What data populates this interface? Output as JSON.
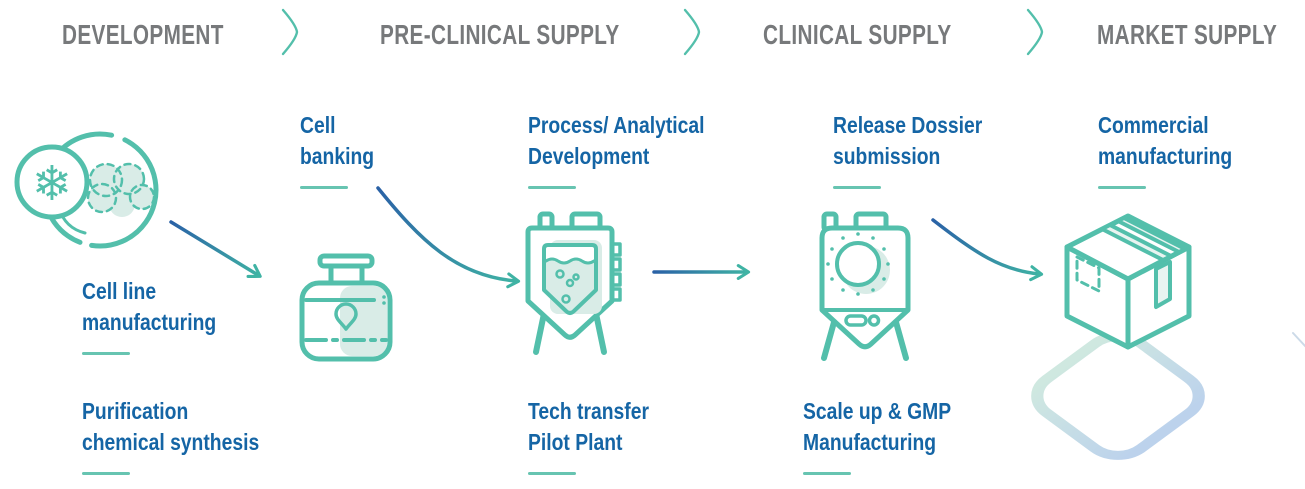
{
  "palette": {
    "teal": "#53bfab",
    "teal_light": "#d9ece7",
    "underline": "#67c4b1",
    "blue_text": "#1565a5",
    "gray_header": "#77797b",
    "arrow_blue": "#2a61a6",
    "arrow_teal": "#3fb3a4",
    "diamond_teal": "#cfe8e0",
    "diamond_blue": "#bcd2ec"
  },
  "header": {
    "phases": [
      "DEVELOPMENT",
      "PRE-CLINICAL SUPPLY",
      "CLINICAL SUPPLY",
      "MARKET SUPPLY"
    ]
  },
  "steps": {
    "cell_line": {
      "lines": [
        "Cell line",
        "manufacturing"
      ]
    },
    "purification": {
      "lines": [
        "Purification",
        "chemical synthesis"
      ]
    },
    "cell_banking": {
      "lines": [
        "Cell",
        "banking"
      ]
    },
    "process_dev": {
      "lines": [
        "Process/ Analytical",
        "Development"
      ]
    },
    "tech_transfer": {
      "lines": [
        "Tech transfer",
        "Pilot Plant"
      ]
    },
    "release_dossier": {
      "lines": [
        "Release Dossier",
        "submission"
      ]
    },
    "scale_up": {
      "lines": [
        "Scale up & GMP",
        "Manufacturing"
      ]
    },
    "commercial": {
      "lines": [
        "Commercial",
        "manufacturing"
      ]
    }
  },
  "icons": {
    "development": "frozen-cell-petri-dish-icon",
    "pre_clinical": "cell-bank-container-icon",
    "pilot_plant": "bioreactor-icon",
    "clinical": "fermenter-tank-icon",
    "market": "shipping-box-icon",
    "separator": "chevron-separator-icon",
    "snowflake_glyph": "❄"
  }
}
